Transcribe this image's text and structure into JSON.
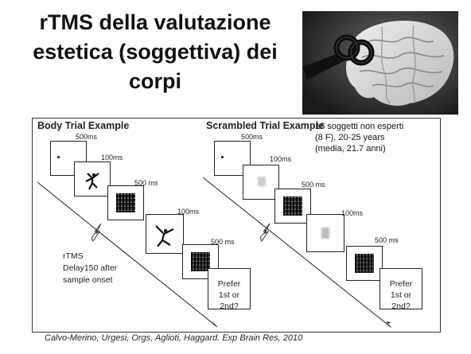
{
  "slide": {
    "title_lines": [
      "rTMS della valutazione",
      "estetica (soggettiva) dei",
      "corpi"
    ],
    "subjects_lines": [
      "16 soggetti non esperti",
      "(8 F), 20-25 years",
      "(media, 21.7 anni)"
    ],
    "citation": "Calvo-Merino, Urgesi, Orgs, Aglioti, Haggard. Exp Brain Res, 2010"
  },
  "figure": {
    "body_panel": {
      "title": "Body Trial Example",
      "times": [
        "500ms",
        "100ms",
        "500 ms",
        "100ms",
        "500 ms"
      ],
      "rtms_lines": [
        "rTMS",
        "Delay150 after",
        "sample onset"
      ],
      "prefer_lines": [
        "Prefer",
        "1st or 2nd?"
      ]
    },
    "scrambled_panel": {
      "title": "Scrambled Trial Example",
      "times": [
        "500ms",
        "100ms",
        "500 ms",
        "100ms",
        "500 ms"
      ],
      "prefer_lines": [
        "Prefer",
        "1st or 2nd?"
      ]
    }
  }
}
